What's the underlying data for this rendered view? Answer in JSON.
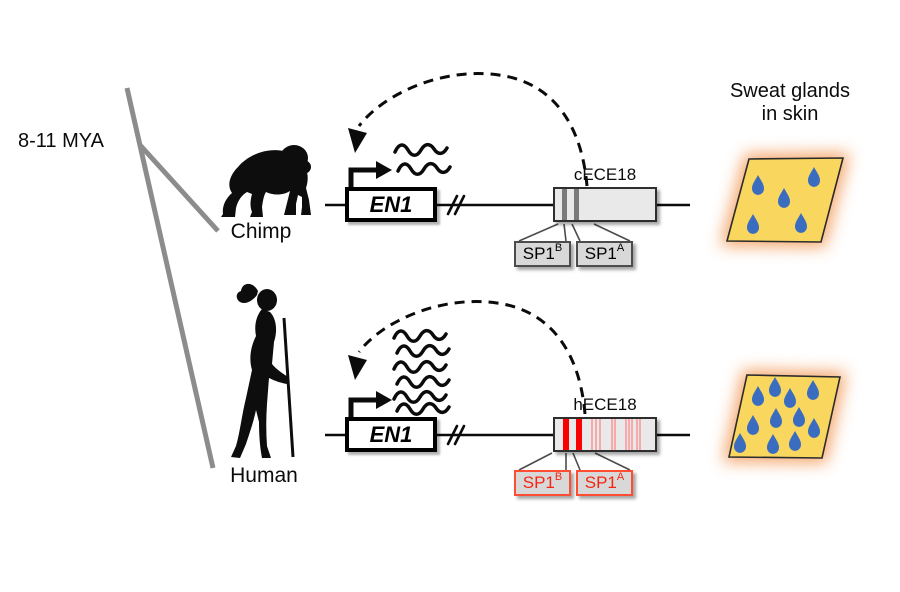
{
  "figure": {
    "heading": [
      "Sweat glands",
      "in skin"
    ],
    "divergence_label": "8-11 MYA"
  },
  "chimp": {
    "name": "Chimp",
    "gene_label": "EN1",
    "enhancer_label": "cECE18",
    "sp1_sites": {
      "b": {
        "base": "SP1",
        "sup": "B"
      },
      "a": {
        "base": "SP1",
        "sup": "A"
      }
    },
    "transcript_count": 2,
    "sweat_drop_count": 5
  },
  "human": {
    "name": "Human",
    "gene_label": "EN1",
    "enhancer_label": "hECE18",
    "sp1_sites": {
      "b": {
        "base": "SP1",
        "sup": "B"
      },
      "a": {
        "base": "SP1",
        "sup": "A"
      }
    },
    "transcript_count": 6,
    "sweat_drop_count": 11
  },
  "colors": {
    "tree_gray": "#8c8c8c",
    "enhancer_fill": "#e9e9e9",
    "chimp_site_stripe": "#7a7a7a",
    "human_site_stripe": "#fa0000",
    "human_variant_stripe": "#f8a9a9",
    "sp1_box_fill": "#d8d8d8",
    "human_accent_text": "#f42613",
    "human_accent_border": "#ff4d33",
    "skin_yellow": "#f9d75f",
    "skin_glow_orange": "#f4a163",
    "sweat_drop_blue": "#3a6cc0"
  }
}
